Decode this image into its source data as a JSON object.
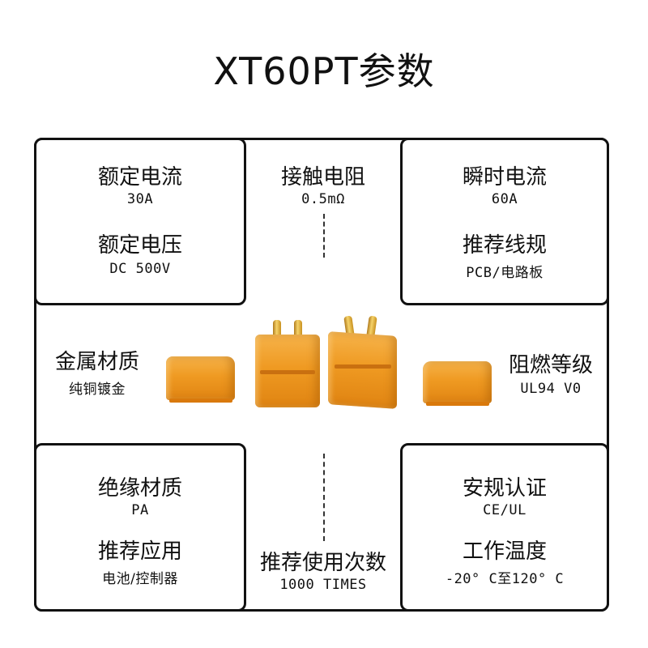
{
  "title": "XT60PT参数",
  "specs": {
    "rated_current": {
      "label": "额定电流",
      "value": "30A"
    },
    "rated_voltage": {
      "label": "额定电压",
      "value": "DC 500V"
    },
    "contact_resistance": {
      "label": "接触电阻",
      "value": "0.5mΩ"
    },
    "instant_current": {
      "label": "瞬时电流",
      "value": "60A"
    },
    "recommended_wire": {
      "label": "推荐线规",
      "value": "PCB/电路板"
    },
    "metal_material": {
      "label": "金属材质",
      "value": "纯铜镀金"
    },
    "flame_rating": {
      "label": "阻燃等级",
      "value": "UL94 V0"
    },
    "insulation_material": {
      "label": "绝缘材质",
      "value": "PA"
    },
    "recommended_use": {
      "label": "推荐应用",
      "value": "电池/控制器"
    },
    "usage_count": {
      "label": "推荐使用次数",
      "value": "1000 TIMES"
    },
    "certification": {
      "label": "安规认证",
      "value": "CE/UL"
    },
    "working_temp": {
      "label": "工作温度",
      "value": "-20° C至120° C"
    }
  },
  "colors": {
    "connector_orange": "#ef9a22",
    "pin_gold": "#f6d36a",
    "border": "#111111"
  }
}
